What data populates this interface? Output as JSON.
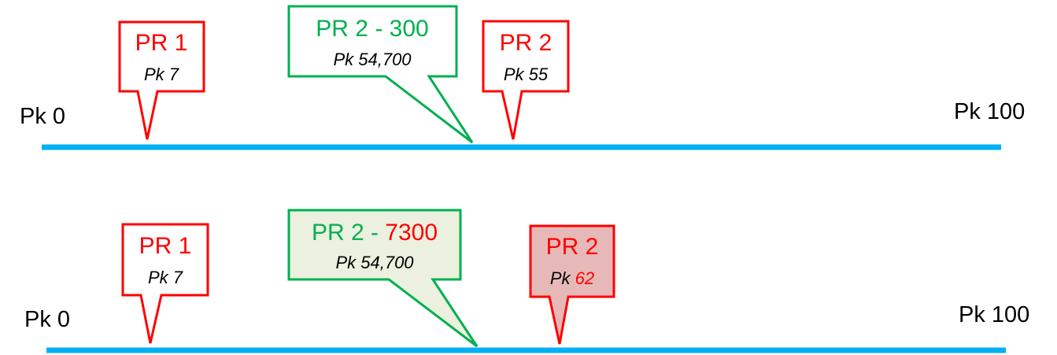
{
  "colors": {
    "line": "#00b0f0",
    "red": "#ff0000",
    "green": "#00b050",
    "green_fill": "#ebf1de",
    "red_fill": "#e6b9b8",
    "text": "#000000"
  },
  "rows": [
    {
      "start_label": "Pk 0",
      "end_label": "Pk 100",
      "callouts": [
        {
          "title": "PR 1",
          "sub_prefix": "Pk",
          "sub_value": "7"
        },
        {
          "title_prefix": "PR 2 - ",
          "title_value": "300",
          "sub_prefix": "Pk",
          "sub_value": "54,700"
        },
        {
          "title": "PR 2",
          "sub_prefix": "Pk",
          "sub_value": "55"
        }
      ]
    },
    {
      "start_label": "Pk 0",
      "end_label": "Pk 100",
      "callouts": [
        {
          "title": "PR 1",
          "sub_prefix": "Pk",
          "sub_value": "7"
        },
        {
          "title_prefix": "PR 2 - ",
          "title_value": "7300",
          "sub_prefix": "Pk",
          "sub_value": "54,700"
        },
        {
          "title": "PR 2",
          "sub_prefix": "Pk",
          "sub_value": "62"
        }
      ]
    }
  ]
}
